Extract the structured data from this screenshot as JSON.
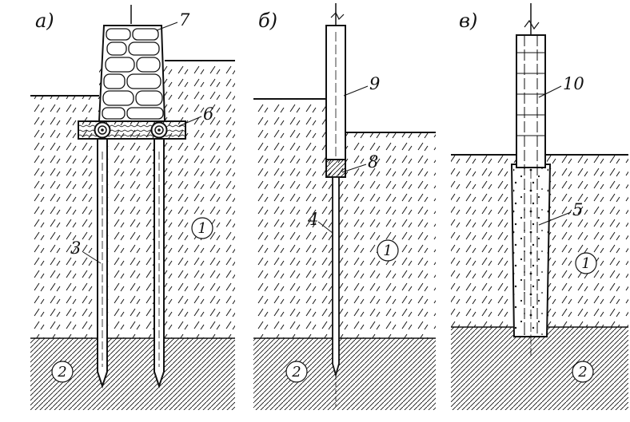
{
  "panels": [
    {
      "letter": "а)",
      "labels": {
        "stone_footing": "7",
        "grillage_beam": "6",
        "wooden_pile": "3"
      }
    },
    {
      "letter": "б)",
      "labels": {
        "concrete_column": "9",
        "cap": "8",
        "steel_rod": "4"
      }
    },
    {
      "letter": "в)",
      "labels": {
        "concrete_column": "10",
        "bored_pile": "5"
      }
    }
  ],
  "soil_layers": {
    "upper": "1",
    "lower": "2"
  },
  "colors": {
    "ink": "#111111",
    "background": "#ffffff"
  }
}
